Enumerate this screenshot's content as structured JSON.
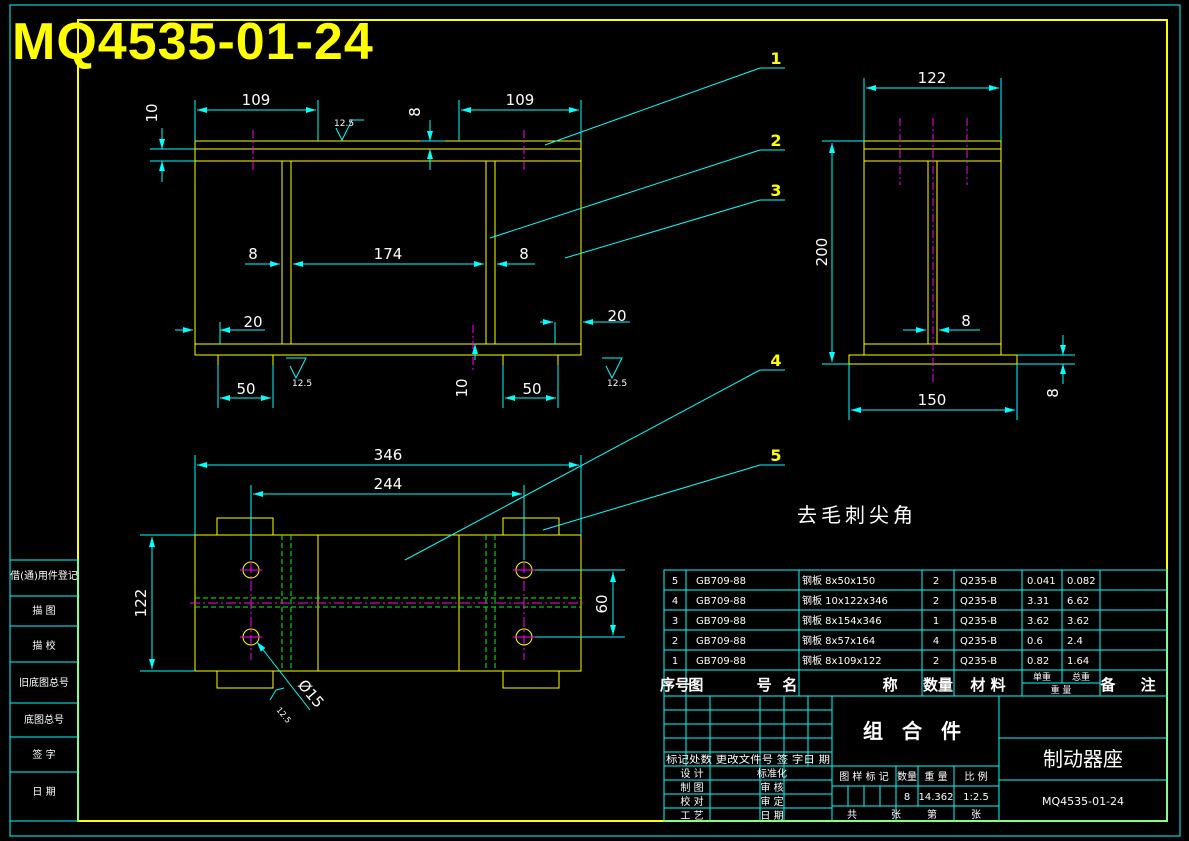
{
  "drawing_number_title": "MQ4535-01-24",
  "note": "去毛刺尖角",
  "colors": {
    "frame": "#ffff00",
    "dim": "#00ffff",
    "center": "#ff00ff",
    "hidden": "#00ff00",
    "text": "#ffffff",
    "background": "#000000"
  },
  "front_view": {
    "dims": {
      "top_left": "109",
      "top_right": "109",
      "plate_thk_left": "10",
      "plate_thk_right": "8",
      "web_left": "8",
      "gap": "174",
      "web_right": "8",
      "bottom_left": "20",
      "bottom_right": "20",
      "foot_left": "50",
      "foot_right": "50",
      "foot_thk": "10"
    },
    "roughness": [
      "12.5",
      "12.5",
      "12.5"
    ]
  },
  "side_view": {
    "dims": {
      "width": "122",
      "height": "200",
      "web": "8",
      "base": "150",
      "base_thk": "8"
    }
  },
  "top_view": {
    "dims": {
      "length": "346",
      "hole_spacing": "244",
      "width": "122",
      "hole_gap": "60",
      "hole_dia": "Ø15"
    },
    "roughness": "12.5"
  },
  "balloons": [
    "1",
    "2",
    "3",
    "4",
    "5"
  ],
  "left_strip": [
    "借(通)用件登记",
    "描 图",
    "描 校",
    "旧底图总号",
    "底图总号",
    "签 字",
    "日 期"
  ],
  "bom": {
    "rows": [
      {
        "no": "5",
        "code": "GB709-88",
        "name": "钢板 8x50x150",
        "qty": "2",
        "material": "Q235-B",
        "unit": "0.041",
        "total": "0.082",
        "note": ""
      },
      {
        "no": "4",
        "code": "GB709-88",
        "name": "钢板 10x122x346",
        "qty": "2",
        "material": "Q235-B",
        "unit": "3.31",
        "total": "6.62",
        "note": ""
      },
      {
        "no": "3",
        "code": "GB709-88",
        "name": "钢板 8x154x346",
        "qty": "1",
        "material": "Q235-B",
        "unit": "3.62",
        "total": "3.62",
        "note": ""
      },
      {
        "no": "2",
        "code": "GB709-88",
        "name": "钢板 8x57x164",
        "qty": "4",
        "material": "Q235-B",
        "unit": "0.6",
        "total": "2.4",
        "note": ""
      },
      {
        "no": "1",
        "code": "GB709-88",
        "name": "钢板 8x109x122",
        "qty": "2",
        "material": "Q235-B",
        "unit": "0.82",
        "total": "1.64",
        "note": ""
      }
    ],
    "header": {
      "no": "序号",
      "code": "图 号",
      "name": "名 称",
      "qty": "数量",
      "material": "材 料",
      "unit": "单重",
      "total": "总重",
      "weight": "重 量",
      "note": "备 注"
    }
  },
  "title_block": {
    "assembly": "组 合 件",
    "name": "制动器座",
    "drawing_no": "MQ4535-01-24",
    "revision_header": "标记处数 更改文件号 签 字日 期",
    "roles_left": [
      "设 计",
      "制 图",
      "校 对",
      "工 艺"
    ],
    "roles_right": [
      "标准化",
      "审 核",
      "审 定",
      "日 期"
    ],
    "stage_header": [
      "图 样 标 记",
      "数量",
      "重 量",
      "比 例"
    ],
    "quantity": "8",
    "weight": "14.362",
    "scale": "1:2.5",
    "sheet": [
      "共",
      "张",
      "第",
      "张"
    ]
  }
}
